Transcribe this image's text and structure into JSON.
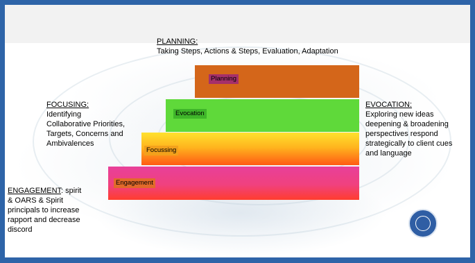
{
  "planning": {
    "heading": "PLANNING:",
    "body": "Taking Steps, Actions & Steps, Evaluation, Adaptation",
    "step_label": "Planning"
  },
  "focusing": {
    "heading": "FOCUSING:",
    "lines": [
      "Identifying",
      "Collaborative Priorities,",
      "Targets, Concerns and",
      "Ambivalences"
    ],
    "step_label": "Focussing"
  },
  "evocation": {
    "heading": "EVOCATION:",
    "lines": [
      "Exploring new ideas",
      "deepening & broadening",
      "perspectives respond",
      "strategically to client cues",
      "and language"
    ],
    "step_label": "Evocation"
  },
  "engagement": {
    "heading": "ENGAGEMENT",
    "heading_rest": ": spirit",
    "lines": [
      "& OARS & Spirit",
      "principals to increase",
      "rapport and decrease",
      "discord"
    ],
    "step_label": "Engagement"
  },
  "colors": {
    "frame": "#2e64a8",
    "planning": "#d4661a",
    "evocation": "#5fd93a",
    "focussing_top": "#ffe12e",
    "focussing_bottom": "#ff5a14",
    "engagement_top": "#e8409a",
    "engagement_bottom": "#ff3d2e",
    "seal": "#2f5ea4"
  },
  "icons": [
    "university-seal-icon"
  ]
}
